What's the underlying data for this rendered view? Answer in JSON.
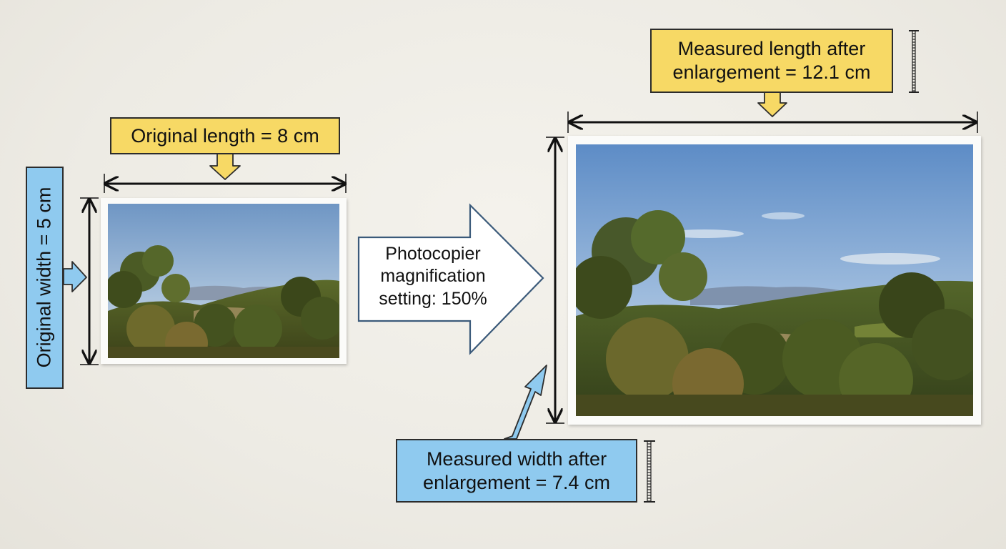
{
  "original": {
    "length_label": "Original length = 8 cm",
    "width_label": "Original width = 5 cm"
  },
  "magnification": {
    "lines": [
      "Photocopier",
      "magnification",
      "setting: 150%"
    ]
  },
  "enlarged": {
    "length_label_lines": [
      "Measured length after",
      "enlargement = 12.1 cm"
    ],
    "width_label_lines": [
      "Measured width after",
      "enlargement = 7.4 cm"
    ]
  },
  "colors": {
    "label_yellow": "#f7d965",
    "label_blue": "#8fcaef",
    "outline": "#2c2c2c",
    "arrow_fill": "#ffffff",
    "arrow_stroke": "#3b5a7a"
  },
  "icons": {
    "ruler": "ruler-icon",
    "dimension_arrow": "double-arrow-icon",
    "pointer": "callout-arrow-icon"
  }
}
